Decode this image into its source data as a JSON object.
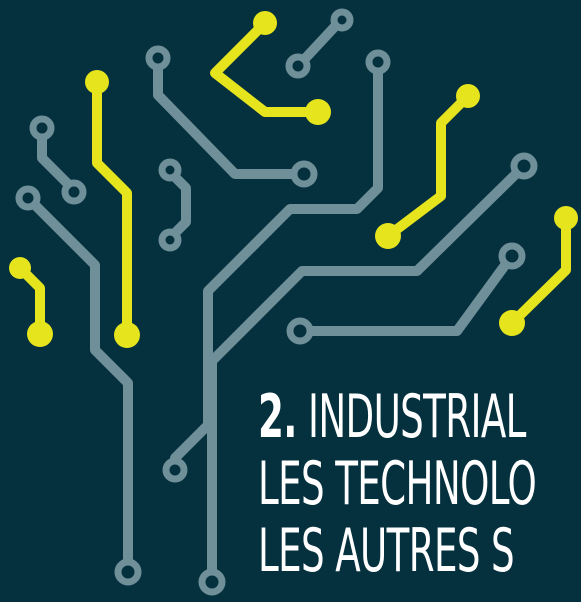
{
  "headline": {
    "number": "2.",
    "line1_rest": " INDUSTRIAL",
    "line2": "LES TECHNOLO",
    "line3": "LES AUTRES S"
  },
  "colors": {
    "background": "#05313f",
    "trace_gray": "#6f8f99",
    "trace_yellow": "#e6e41c",
    "text": "#ffffff"
  },
  "artwork": {
    "icon": "circuit-tree-icon"
  }
}
